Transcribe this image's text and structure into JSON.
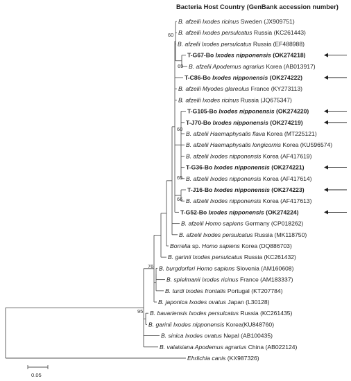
{
  "header": "Bacteria Host Country (GenBank accession number)",
  "taxa": [
    {
      "id": "t1",
      "segments": [
        {
          "t": "B. afzelii ",
          "s": "it"
        },
        {
          "t": "Ixodes ricinus",
          "s": "it"
        },
        {
          "t": " Sweden (JX909751)",
          "s": ""
        }
      ]
    },
    {
      "id": "t2",
      "segments": [
        {
          "t": "B. afzelii ",
          "s": "it"
        },
        {
          "t": "Ixodes persulcatus",
          "s": "it"
        },
        {
          "t": " Russia (KC261443)",
          "s": ""
        }
      ]
    },
    {
      "id": "t3",
      "segments": [
        {
          "t": "B. afzelii ",
          "s": "it"
        },
        {
          "t": "Ixodes persulcatus",
          "s": "it"
        },
        {
          "t": " Russia (EF488988)",
          "s": ""
        }
      ]
    },
    {
      "id": "t4",
      "highlight": true,
      "segments": [
        {
          "t": "T-G67-Bo ",
          "s": "bd"
        },
        {
          "t": "Ixodes nipponensis",
          "s": "bd it"
        },
        {
          "t": " (OK274218)",
          "s": "bd"
        }
      ]
    },
    {
      "id": "t5",
      "segments": [
        {
          "t": "B. afzelii ",
          "s": "it"
        },
        {
          "t": "Apodemus agrarius",
          "s": "it"
        },
        {
          "t": " Korea (AB013917)",
          "s": ""
        }
      ]
    },
    {
      "id": "t6",
      "highlight": true,
      "segments": [
        {
          "t": "T-C86-Bo ",
          "s": "bd"
        },
        {
          "t": "Ixodes nipponensis",
          "s": "bd it"
        },
        {
          "t": " (OK274222)",
          "s": "bd"
        }
      ]
    },
    {
      "id": "t7",
      "segments": [
        {
          "t": "B. afzelii ",
          "s": "it"
        },
        {
          "t": "Myodes glareolus",
          "s": "it"
        },
        {
          "t": " France (KY273113)",
          "s": ""
        }
      ]
    },
    {
      "id": "t8",
      "segments": [
        {
          "t": "B. afzelii ",
          "s": "it"
        },
        {
          "t": "Ixodes ricinus",
          "s": "it"
        },
        {
          "t": " Russia (JQ675347)",
          "s": ""
        }
      ]
    },
    {
      "id": "t9",
      "highlight": true,
      "segments": [
        {
          "t": "T-G105-Bo ",
          "s": "bd"
        },
        {
          "t": "Ixodes nipponensis",
          "s": "bd it"
        },
        {
          "t": " (OK274220)",
          "s": "bd"
        }
      ]
    },
    {
      "id": "t10",
      "highlight": true,
      "segments": [
        {
          "t": "T-J70-Bo ",
          "s": "bd"
        },
        {
          "t": "Ixodes nipponensis",
          "s": "bd it"
        },
        {
          "t": " (OK274219)",
          "s": "bd"
        }
      ]
    },
    {
      "id": "t11",
      "segments": [
        {
          "t": "B. afzelii ",
          "s": "it"
        },
        {
          "t": "Haemaphysalis flava",
          "s": "it"
        },
        {
          "t": " Korea (MT225121)",
          "s": ""
        }
      ]
    },
    {
      "id": "t12",
      "segments": [
        {
          "t": "B. afzelii ",
          "s": "it"
        },
        {
          "t": "Haemaphysalis longicornis",
          "s": "it"
        },
        {
          "t": " Korea (KU596574)",
          "s": ""
        }
      ]
    },
    {
      "id": "t13",
      "segments": [
        {
          "t": "B. afzelii ",
          "s": "it"
        },
        {
          "t": "Ixodes nipponensis",
          "s": "it"
        },
        {
          "t": " Korea (AF417619)",
          "s": ""
        }
      ]
    },
    {
      "id": "t14",
      "highlight": true,
      "segments": [
        {
          "t": "T-G36-Bo ",
          "s": "bd"
        },
        {
          "t": "Ixodes nipponensis",
          "s": "bd it"
        },
        {
          "t": " (OK274221)",
          "s": "bd"
        }
      ]
    },
    {
      "id": "t15",
      "segments": [
        {
          "t": "B. afzelii ",
          "s": "it"
        },
        {
          "t": "Ixodes nipponensis",
          "s": "it"
        },
        {
          "t": " Korea (AF417614)",
          "s": ""
        }
      ]
    },
    {
      "id": "t16",
      "highlight": true,
      "segments": [
        {
          "t": "T-J16-Bo ",
          "s": "bd"
        },
        {
          "t": "Ixodes nipponensis",
          "s": "bd it"
        },
        {
          "t": " (OK274223)",
          "s": "bd"
        }
      ]
    },
    {
      "id": "t17",
      "segments": [
        {
          "t": "B. afzelii ",
          "s": "it"
        },
        {
          "t": "Ixodes nipponensis",
          "s": "it"
        },
        {
          "t": " Korea (AF417613)",
          "s": ""
        }
      ]
    },
    {
      "id": "t18",
      "highlight": true,
      "segments": [
        {
          "t": "T-G52-Bo ",
          "s": "bd"
        },
        {
          "t": "Ixodes nipponensis",
          "s": "bd it"
        },
        {
          "t": " (OK274224)",
          "s": "bd"
        }
      ]
    },
    {
      "id": "t19",
      "segments": [
        {
          "t": "B. afzelii ",
          "s": "it"
        },
        {
          "t": "Homo sapiens",
          "s": "it"
        },
        {
          "t": " Germany (CP018262)",
          "s": ""
        }
      ]
    },
    {
      "id": "t20",
      "segments": [
        {
          "t": "B. afzelii ",
          "s": "it"
        },
        {
          "t": "Ixodes persulcatus",
          "s": "it"
        },
        {
          "t": " Russia (MK118750)",
          "s": ""
        }
      ]
    },
    {
      "id": "t21",
      "segments": [
        {
          "t": "Borrelia",
          "s": "it"
        },
        {
          "t": " sp. ",
          "s": ""
        },
        {
          "t": "Homo sapiens",
          "s": "it"
        },
        {
          "t": " Korea (DQ886703)",
          "s": ""
        }
      ]
    },
    {
      "id": "t22",
      "segments": [
        {
          "t": "B. garinii ",
          "s": "it"
        },
        {
          "t": "Ixodes persulcatus",
          "s": "it"
        },
        {
          "t": " Russia (KC261432)",
          "s": ""
        }
      ]
    },
    {
      "id": "t23",
      "segments": [
        {
          "t": "B. burgdorferi ",
          "s": "it"
        },
        {
          "t": "Homo sapiens",
          "s": "it"
        },
        {
          "t": " Slovenia (AM160608)",
          "s": ""
        }
      ]
    },
    {
      "id": "t24",
      "segments": [
        {
          "t": "B. spielmanii ",
          "s": "it"
        },
        {
          "t": "Ixodes ricinus",
          "s": "it"
        },
        {
          "t": " France (AM183337)",
          "s": ""
        }
      ]
    },
    {
      "id": "t25",
      "segments": [
        {
          "t": "B. turdi ",
          "s": "it"
        },
        {
          "t": "Ixodes frontalis",
          "s": "it"
        },
        {
          "t": " Portugal (KT207784)",
          "s": ""
        }
      ]
    },
    {
      "id": "t26",
      "segments": [
        {
          "t": "B. japonica ",
          "s": "it"
        },
        {
          "t": "Ixodes ovatus",
          "s": "it"
        },
        {
          "t": " Japan (L30128)",
          "s": ""
        }
      ]
    },
    {
      "id": "t27",
      "segments": [
        {
          "t": "B. bavariensis ",
          "s": "it"
        },
        {
          "t": "Ixodes persulcatus",
          "s": "it"
        },
        {
          "t": " Russia (KC261435)",
          "s": ""
        }
      ]
    },
    {
      "id": "t28",
      "segments": [
        {
          "t": "B. garinii ",
          "s": "it"
        },
        {
          "t": "Ixodes nipponensis",
          "s": "it"
        },
        {
          "t": " Korea(KU848760)",
          "s": ""
        }
      ]
    },
    {
      "id": "t29",
      "segments": [
        {
          "t": "B. sinica ",
          "s": "it"
        },
        {
          "t": "Ixodes ovatus",
          "s": "it"
        },
        {
          "t": " Nepal (AB100435)",
          "s": ""
        }
      ]
    },
    {
      "id": "t30",
      "segments": [
        {
          "t": "B. valaisiana ",
          "s": "it"
        },
        {
          "t": "Apodemus agrarius",
          "s": "it"
        },
        {
          "t": " China (AB022124)",
          "s": ""
        }
      ]
    },
    {
      "id": "t31",
      "segments": [
        {
          "t": "Ehrlichia canis",
          "s": "it"
        },
        {
          "t": " (KX987326)",
          "s": ""
        }
      ]
    }
  ],
  "bootstrap": [
    {
      "id": "b1",
      "label": "60"
    },
    {
      "id": "b2",
      "label": "69"
    },
    {
      "id": "b3",
      "label": "60"
    },
    {
      "id": "b4",
      "label": "65"
    },
    {
      "id": "b5",
      "label": "66"
    },
    {
      "id": "b6",
      "label": "76"
    },
    {
      "id": "b7",
      "label": "95"
    }
  ],
  "scale_bar": {
    "label": "0.05"
  }
}
